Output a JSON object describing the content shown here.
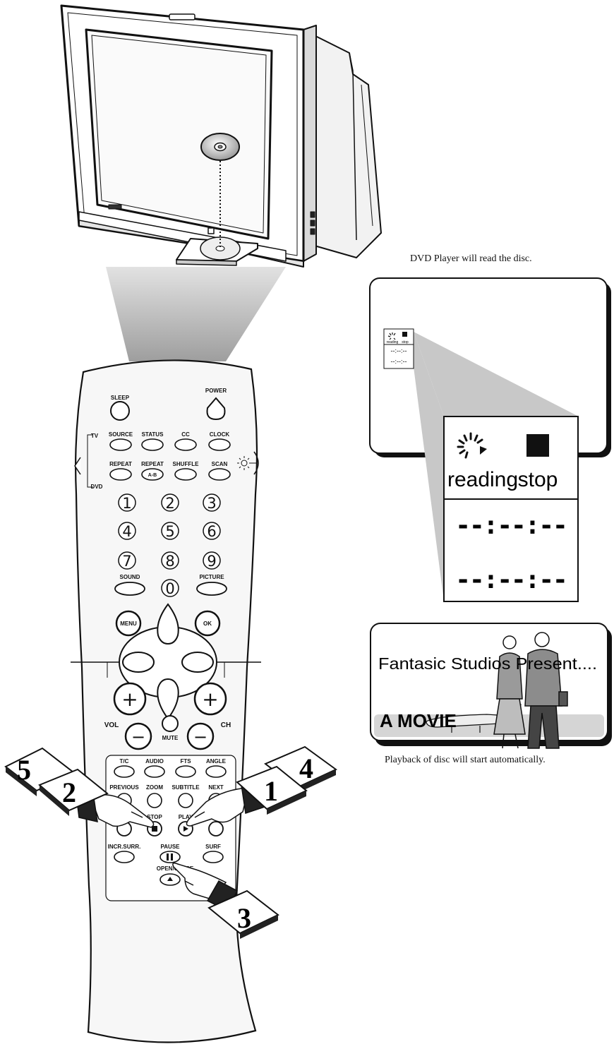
{
  "captions": {
    "read": "DVD Player will read the disc.",
    "playback": "Playback of disc will start automatically."
  },
  "remote": {
    "switch": {
      "tv": "TV",
      "dvd": "DVD"
    },
    "top": {
      "sleep": "SLEEP",
      "power": "POWER"
    },
    "row1": [
      "SOURCE",
      "STATUS",
      "CC",
      "CLOCK"
    ],
    "row2": [
      "REPEAT",
      "REPEAT",
      "SHUFFLE",
      "SCAN"
    ],
    "ab": "A-B",
    "digits": [
      "1",
      "2",
      "3",
      "4",
      "5",
      "6",
      "7",
      "8",
      "9",
      "0"
    ],
    "sound": "SOUND",
    "picture": "PICTURE",
    "menu": "MENU",
    "ok": "OK",
    "plus": "+",
    "minus": "−",
    "vol": "VOL",
    "ch": "CH",
    "mute": "MUTE",
    "row3": [
      "T/C",
      "AUDIO",
      "FTS",
      "ANGLE"
    ],
    "row4": [
      "PREVIOUS",
      "ZOOM",
      "SUBTITLE",
      "NEXT"
    ],
    "stop": "STOP",
    "play": "PLAY",
    "incr": "INCR.SURR.",
    "pause": "PAUSE",
    "surf": "SURF",
    "open": "OPEN/CLOSE"
  },
  "steps": [
    "1",
    "2",
    "3",
    "4",
    "5"
  ],
  "osd": {
    "small_reading": "reading",
    "small_stop": "stop",
    "small_time": "--:--:--",
    "reading": "reading",
    "stop": "stop",
    "time": "--:--:--"
  },
  "movie": {
    "title": "Fantasic Studios Present....",
    "subtitle": "A MOVIE"
  }
}
